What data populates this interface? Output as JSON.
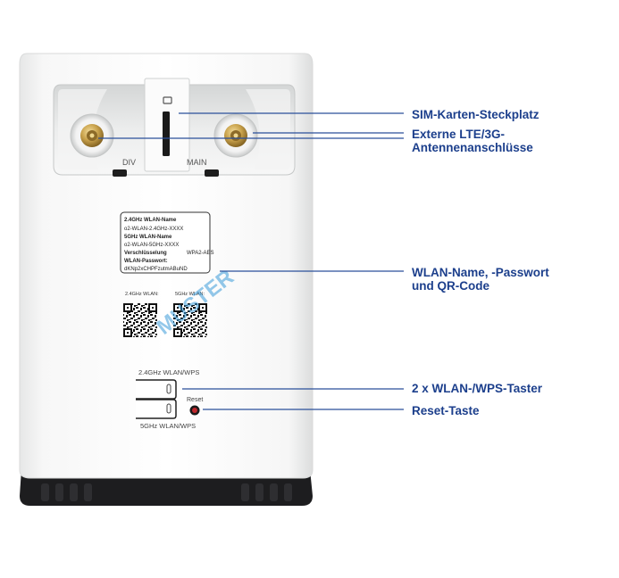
{
  "callouts": {
    "sim": "SIM-Karten-Steckplatz",
    "antenna_line1": "Externe LTE/3G-",
    "antenna_line2": "Antennenanschlüsse",
    "wlan_line1": "WLAN-Name, -Passwort",
    "wlan_line2": "und QR-Code",
    "wps": "2 x WLAN-/WPS-Taster",
    "reset": "Reset-Taste"
  },
  "device": {
    "port_left": "DIV",
    "port_right": "MAIN",
    "label_lines": [
      "2.4GHz WLAN-Name",
      "o2-WLAN-2.4GHz-XXXX",
      "5GHz WLAN-Name",
      "o2-WLAN-5GHz-XXXX",
      "Verschlüsselung",
      "WLAN-Passwort:",
      "dKNp2xCHPFzutmABuND"
    ],
    "encryption_value": "WPA2-AES",
    "qr_left_label": "2.4GHz WLAN:",
    "qr_right_label": "5GHz WLAN:",
    "watermark": "MUSTER",
    "wps_top_label": "2.4GHz WLAN/WPS",
    "wps_bottom_label": "5GHz WLAN/WPS",
    "reset_label": "Reset"
  },
  "colors": {
    "callout_text": "#1c3f8c",
    "leader_line": "#2a4f9a",
    "watermark": "#3a9ad9",
    "reset_button": "#c0282d"
  }
}
